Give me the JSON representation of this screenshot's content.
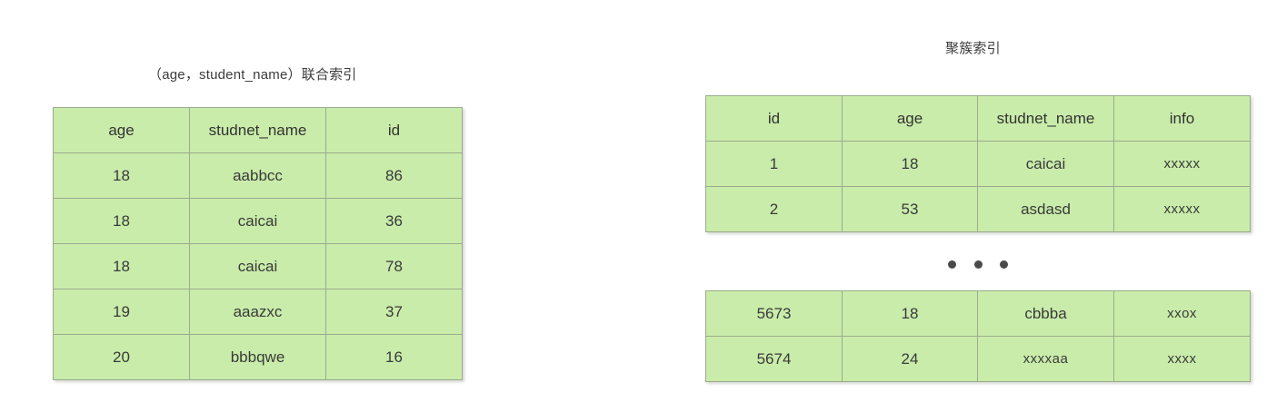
{
  "left_section": {
    "title": "（age，student_name）联合索引",
    "table": {
      "columns": [
        "age",
        "studnet_name",
        "id"
      ],
      "rows": [
        [
          "18",
          "aabbcc",
          "86"
        ],
        [
          "18",
          "caicai",
          "36"
        ],
        [
          "18",
          "caicai",
          "78"
        ],
        [
          "19",
          "aaazxc",
          "37"
        ],
        [
          "20",
          "bbbqwe",
          "16"
        ]
      ]
    }
  },
  "right_section": {
    "title": "聚簇索引",
    "table_top": {
      "columns": [
        "id",
        "age",
        "studnet_name",
        "info"
      ],
      "rows": [
        [
          "1",
          "18",
          "caicai",
          "xxxxx"
        ],
        [
          "2",
          "53",
          "asdasd",
          "xxxxx"
        ]
      ]
    },
    "ellipsis": {
      "dot_count": 3
    },
    "table_bottom": {
      "rows": [
        [
          "5673",
          "18",
          "cbbba",
          "xxox"
        ],
        [
          "5674",
          "24",
          "xxxxaa",
          "xxxx"
        ]
      ]
    }
  },
  "style": {
    "cell_fill": "#c9ecaa",
    "cell_border": "#9bab8d",
    "text_color": "#3a3a3a",
    "page_background": "#ffffff"
  }
}
